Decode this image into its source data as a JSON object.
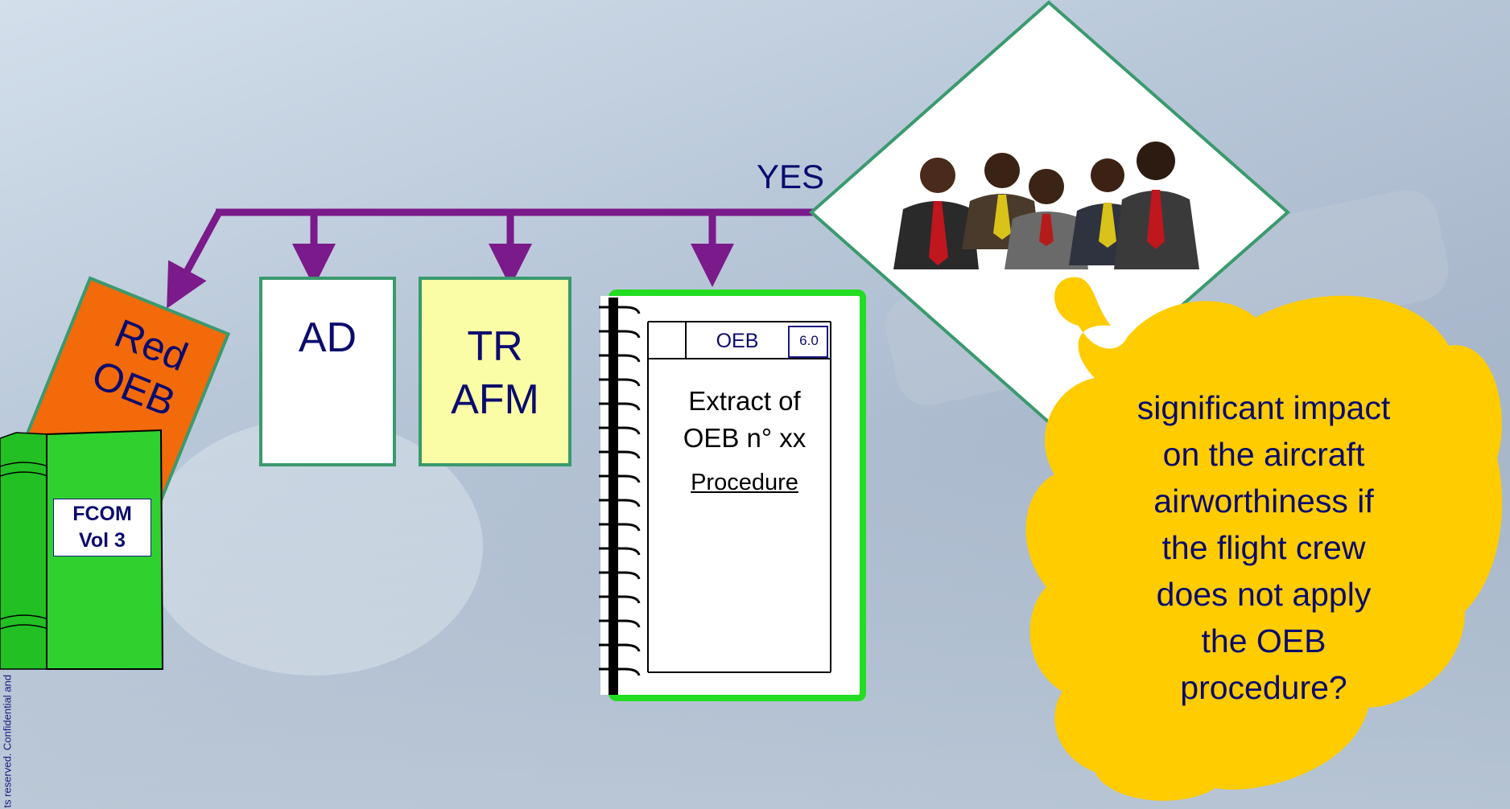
{
  "decision": {
    "yes_label": "YES"
  },
  "red_oeb": {
    "line1": "Red",
    "line2": "OEB"
  },
  "fcom": {
    "line1": "FCOM",
    "line2": "Vol 3"
  },
  "ad": {
    "label": "AD"
  },
  "tr_afm": {
    "line1": "TR",
    "line2": "AFM"
  },
  "notebook": {
    "header_oeb": "OEB",
    "header_version": "6.0",
    "title_line1": "Extract of",
    "title_line2": "OEB n° xx",
    "procedure": "Procedure"
  },
  "cloud": {
    "lines": [
      "significant impact",
      "on the aircraft",
      "airworthiness if",
      "the flight crew",
      "does not apply",
      "the OEB",
      "procedure?"
    ]
  },
  "footer": {
    "copyright": "ts reserved. Confidential and"
  },
  "colors": {
    "arrow": "#7b1a8a",
    "red_oeb": "#f26a0a",
    "fcom_green": "#2fd12f",
    "tr_afm_fill": "#fbfca6",
    "box_border": "#3a9a6e",
    "cloud": "#ffcc00",
    "text_navy": "#0b0b6e"
  }
}
